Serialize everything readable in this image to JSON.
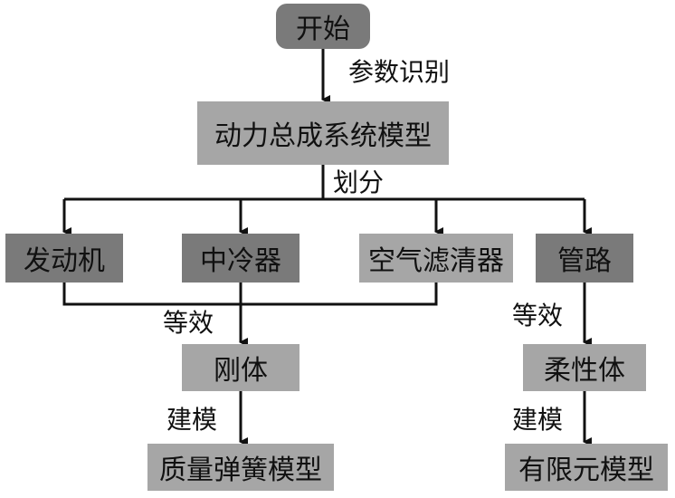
{
  "nodes": {
    "start": "开始",
    "system_model": "动力总成系统模型",
    "engine": "发动机",
    "intercooler": "中冷器",
    "air_filter": "空气滤清器",
    "pipeline": "管路",
    "rigid_body": "刚体",
    "flexible_body": "柔性体",
    "mass_spring_model": "质量弹簧模型",
    "fem_model": "有限元模型"
  },
  "edges": {
    "param_identification": "参数识别",
    "divide": "划分",
    "equivalent_left": "等效",
    "equivalent_right": "等效",
    "modeling_left": "建模",
    "modeling_right": "建模"
  },
  "colors": {
    "dark_box": "#7a7a7a",
    "light_box": "#a6a6a6",
    "line": "#111111"
  }
}
